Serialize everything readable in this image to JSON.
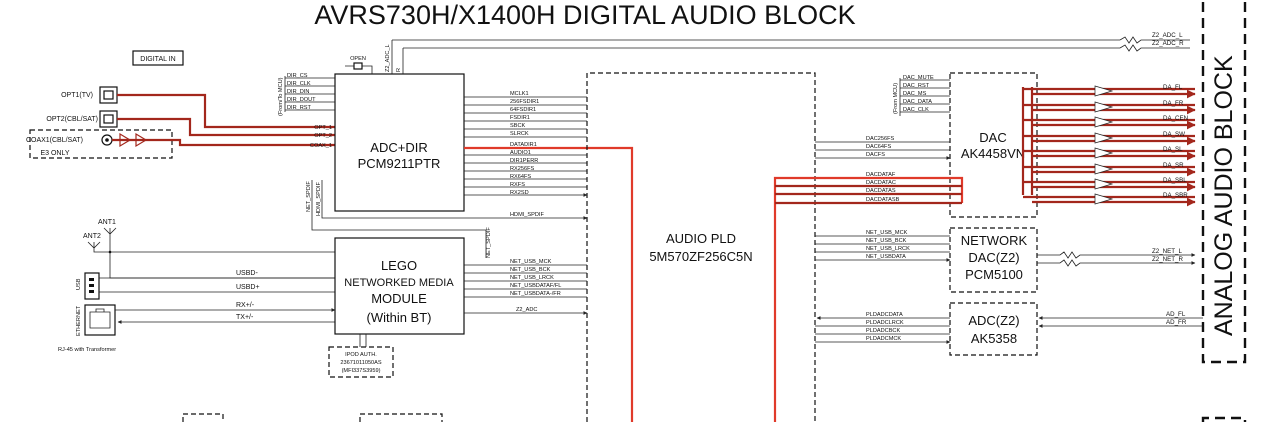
{
  "title": "AVRS730H/X1400H DIGITAL AUDIO BLOCK",
  "side_label": "ANALOG AUDIO BLOCK",
  "digital_in": "DIGITAL IN",
  "inputs": {
    "opt1": "OPT1(TV)",
    "opt2": "OPT2(CBL/SAT)",
    "coax1": "COAX1(CBL/SAT)",
    "e3_only": "E3 ONLY",
    "ant1": "ANT1",
    "ant2": "ANT2",
    "usb": "USB",
    "ethernet": "ETHERNET",
    "rj45": "RJ-45 with Transformer",
    "usbd_minus": "USBD-",
    "usbd_plus": "USBD+",
    "rx": "RX+/-",
    "tx": "TX+/-"
  },
  "open_label": "OPEN",
  "adc_dir": {
    "name1": "ADC+DIR",
    "name2": "PCM9211PTR",
    "left_pins": [
      "DIR_CS",
      "DIR_CLK",
      "DIR_DIN",
      "DIR_DOUT",
      "DIR_RST"
    ],
    "left_note": "(From/To MCU)",
    "inputs_right": [
      "OPT_1",
      "OPT_2",
      "COAX_1"
    ],
    "top_pins": [
      "Z2_ADC_L",
      "R"
    ],
    "bottom_pins": [
      "NET_SPDIF",
      "HDMI_SPDIF"
    ]
  },
  "adc_outputs": [
    "MCLK1",
    "256FSDIR1",
    "64FSDIR1",
    "FSDIR1",
    "SBCK",
    "SLRCK",
    "DATADIR1",
    "AUDIO1",
    "DIR1PERR",
    "RX256FS",
    "RX64FS",
    "RXFS",
    "RX2SD"
  ],
  "hdmi_spdif": "HDMI_SPDIF",
  "net_spdif": "NET_SPDIF",
  "lego": {
    "name1": "LEGO",
    "name2": "NETWORKED MEDIA",
    "name3": "MODULE",
    "name4": "(Within BT)"
  },
  "lego_outputs": [
    "NET_USB_MCK",
    "NET_USB_BCK",
    "NET_USB_LRCK",
    "NET_USBDATAF/FL",
    "NET_USBDATA-/FR",
    "Z2_ADC"
  ],
  "ipod": {
    "line1": "IPOD AUTH.",
    "line2": "23671011050AS",
    "line3": "(MFI337S3959)"
  },
  "pld": {
    "name1": "AUDIO PLD",
    "name2": "5M570ZF256C5N"
  },
  "dac": {
    "name1": "DAC",
    "name2": "AK4458VN",
    "left_pins": [
      "DAC_MUTE",
      "DAC_RST",
      "DAC_MS",
      "DAC_DATA",
      "DAC_CLK"
    ],
    "left_note": "(From MCU)",
    "clock_inputs": [
      "DAC256FS",
      "DAC64FS",
      "DACFS"
    ],
    "data_inputs": [
      "DACDATAF",
      "DACDATAC",
      "DACDATAS",
      "DACDATASB"
    ],
    "outputs": [
      "DA_FL",
      "DA_FR",
      "DA_CEN",
      "DA_SW",
      "DA_SL",
      "DA_SR",
      "DA_SBL",
      "DA_SBR"
    ]
  },
  "network_dac": {
    "name1": "NETWORK",
    "name2": "DAC(Z2)",
    "name3": "PCM5100",
    "inputs": [
      "NET_USB_MCK",
      "NET_USB_BCK",
      "NET_USB_LRCK",
      "NET_USBDATA"
    ],
    "outputs": [
      "Z2_NET_L",
      "Z2_NET_R"
    ]
  },
  "adc_z2": {
    "name1": "ADC(Z2)",
    "name2": "AK5358",
    "pins": [
      "PLDADCDATA",
      "PLDADCLRCK",
      "PLDADCBCK",
      "PLDADCMCK"
    ],
    "outputs": [
      "AD_FL",
      "AD_FR"
    ]
  },
  "z2_adc_out": [
    "Z2_ADC_L",
    "Z2_ADC_R"
  ]
}
